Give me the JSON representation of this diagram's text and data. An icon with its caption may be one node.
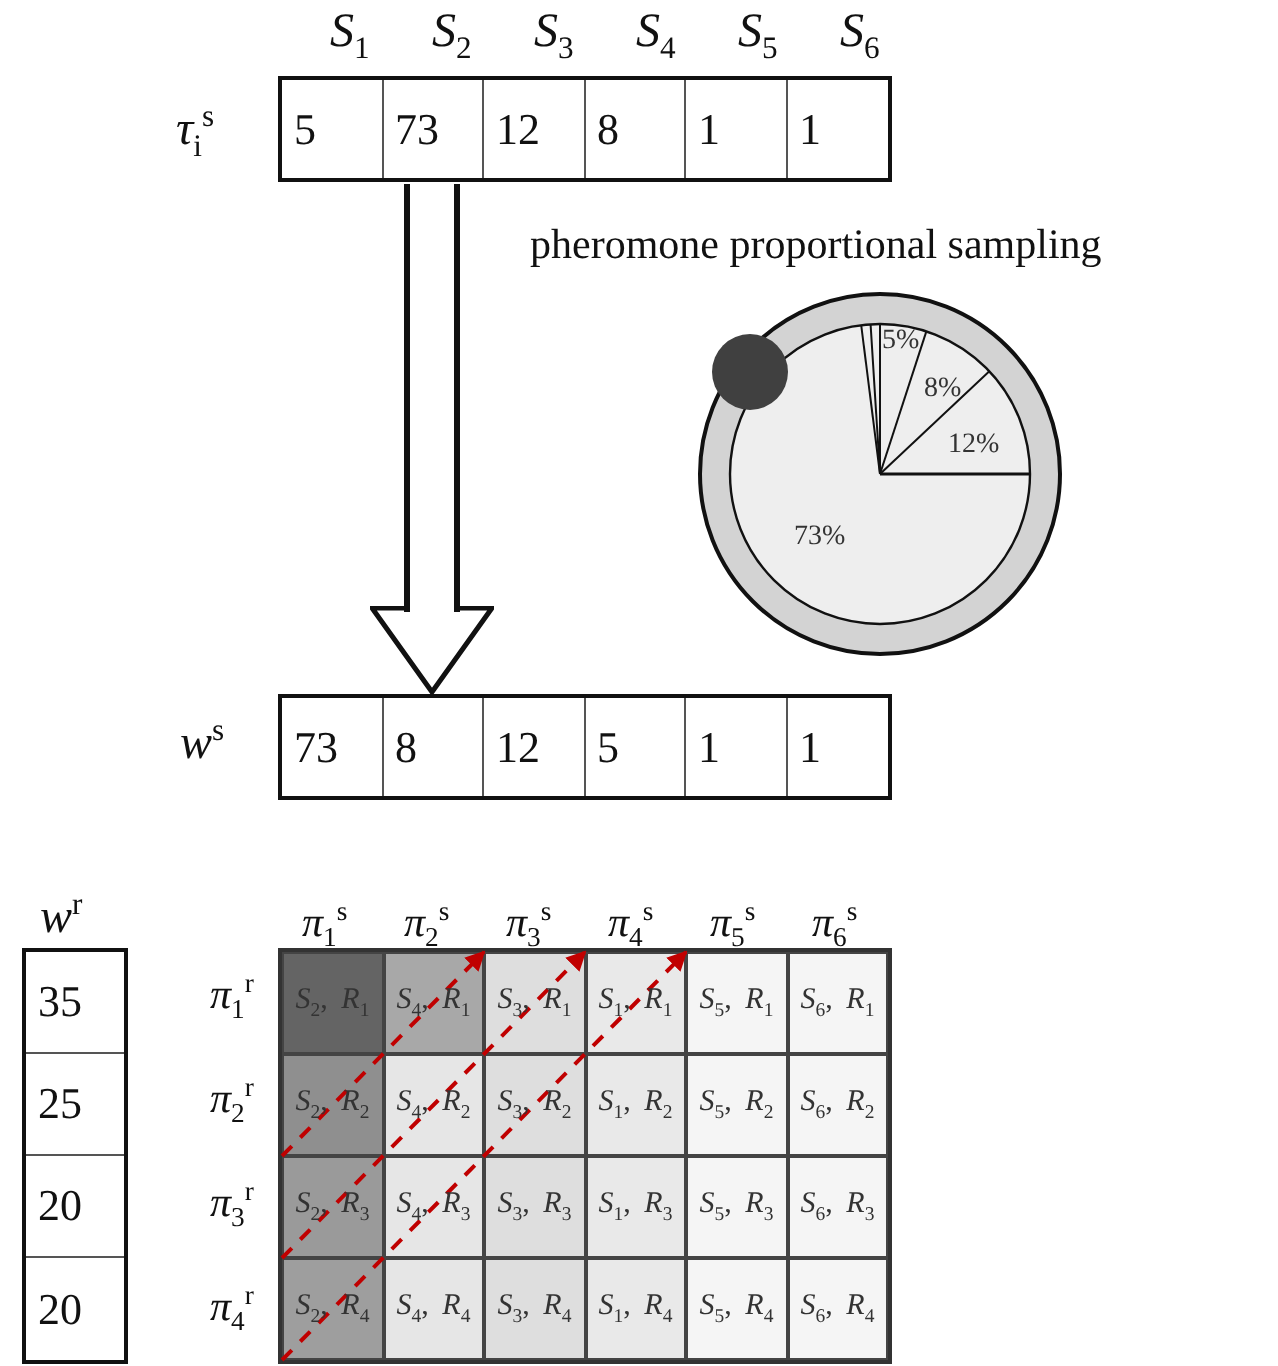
{
  "diagram": {
    "nodes": [
      {
        "text": [
          "5",
          "73",
          "12",
          "8",
          "1",
          "1"
        ],
        "beside": [
          "*S*$_{1}$",
          "*S*$_{2}$",
          "*S*$_{3}$",
          "*S*$_{4}$",
          "*S*$_{5}$",
          "*S*$_{6}$",
          "*τ*$_{i}$$^{s}$"
        ]
      },
      {
        "text": [
          "73",
          "8",
          "12",
          "5",
          "1",
          "1"
        ],
        "beside": [
          "*w*$^{s}$"
        ]
      },
      {
        "text": [
          "5%",
          "8%",
          "12%",
          "73%"
        ],
        "beside": [
          "pheromone proportional sampling"
        ]
      },
      {
        "text": [
          "35",
          "25",
          "20",
          "20"
        ],
        "beside": [
          "*w*$^{r}$"
        ]
      },
      {
        "text": [
          "*S*$_{2}$, *R*$_{1}$",
          "*S*$_{4}$, *R*$_{1}$",
          "*S*$_{3}$, *R*$_{1}$",
          "*S*$_{1}$, *R*$_{1}$",
          "*S*$_{5}$, *R*$_{1}$",
          "*S*$_{6}$, *R*$_{1}$",
          "*S*$_{2}$, *R*$_{2}$",
          "*S*$_{4}$, *R*$_{2}$",
          "*S*$_{3}$, *R*$_{2}$",
          "*S*$_{1}$, *R*$_{2}$",
          "*S*$_{5}$, *R*$_{2}$",
          "*S*$_{6}$, *R*$_{2}$",
          "*S*$_{2}$, *R*$_{3}$",
          "*S*$_{4}$, *R*$_{3}$",
          "*S*$_{3}$, *R*$_{3}$",
          "*S*$_{1}$, *R*$_{3}$",
          "*S*$_{5}$, *R*$_{3}$",
          "*S*$_{6}$, *R*$_{3}$",
          "*S*$_{2}$, *R*$_{4}$",
          "*S*$_{4}$, *R*$_{4}$",
          "*S*$_{3}$, *R*$_{4}$",
          "*S*$_{1}$, *R*$_{4}$",
          "*S*$_{5}$, *R*$_{4}$",
          "*S*$_{6}$, *R*$_{4}$"
        ],
        "beside": [
          "*π*$_{1}$$^{s}$",
          "*π*$_{2}$$^{s}$",
          "*π*$_{3}$$^{s}$",
          "*π*$_{4}$$^{s}$",
          "*π*$_{5}$$^{s}$",
          "*π*$_{6}$$^{s}$",
          "*π*$_{1}$$^{r}$",
          "*π*$_{2}$$^{r}$",
          "*π*$_{3}$$^{r}$",
          "*π*$_{4}$$^{r}$"
        ]
      }
    ],
    "edges": [
      {
        "from": 0,
        "to": 1,
        "arrow": "to"
      }
    ]
  }
}
